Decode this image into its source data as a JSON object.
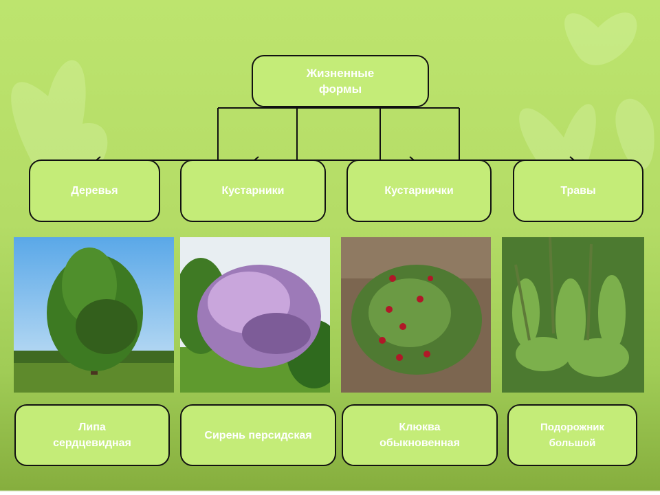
{
  "root": {
    "label_line1": "Жизненные",
    "label_line2": "формы"
  },
  "categories": [
    {
      "label": "Деревья"
    },
    {
      "label": "Кустарники"
    },
    {
      "label": "Кустарнички"
    },
    {
      "label": "Травы"
    }
  ],
  "examples": [
    {
      "line1": "Липа",
      "line2": "сердцевидная"
    },
    {
      "line1": "Сирень персидская",
      "line2": ""
    },
    {
      "line1": "Клюква",
      "line2": "обыкновенная"
    },
    {
      "line1": "Подорожник",
      "line2": "большой"
    }
  ],
  "colors": {
    "box_fill": "#c4ec78",
    "background": "#b4dc66",
    "border": "#111111"
  }
}
